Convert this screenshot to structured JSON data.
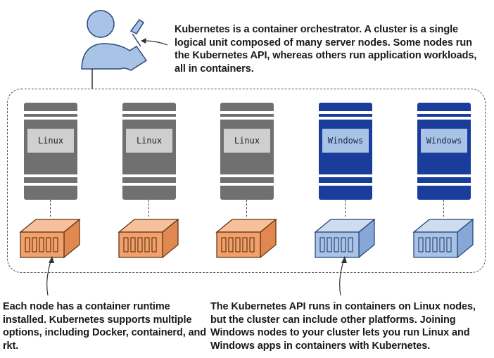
{
  "captions": {
    "top": "Kubernetes is a container orchestrator. A cluster is a single logical unit composed of many server nodes. Some nodes run the Kubernetes API, whereas others run application workloads, all in containers.",
    "bottom_left": "Each node has a container runtime installed. Kubernetes supports multiple options, including Docker, containerd, and rkt.",
    "bottom_right": "The Kubernetes API runs in containers on Linux nodes, but the cluster can include other platforms. Joining Windows nodes to your cluster lets you run Linux and Windows apps in containers with Kubernetes."
  },
  "nodes": [
    {
      "label": "Linux",
      "os": "linux"
    },
    {
      "label": "Linux",
      "os": "linux"
    },
    {
      "label": "Linux",
      "os": "linux"
    },
    {
      "label": "Windows",
      "os": "windows"
    },
    {
      "label": "Windows",
      "os": "windows"
    }
  ],
  "icons": {
    "user": "user-icon",
    "container": "shipping-container-icon",
    "server": "server-icon"
  },
  "colors": {
    "linux_server": "#707070",
    "windows_server": "#1a3d9c",
    "linux_container": "#f2a16b",
    "windows_container": "#a9c3e6",
    "user": "#a9c3e6"
  }
}
